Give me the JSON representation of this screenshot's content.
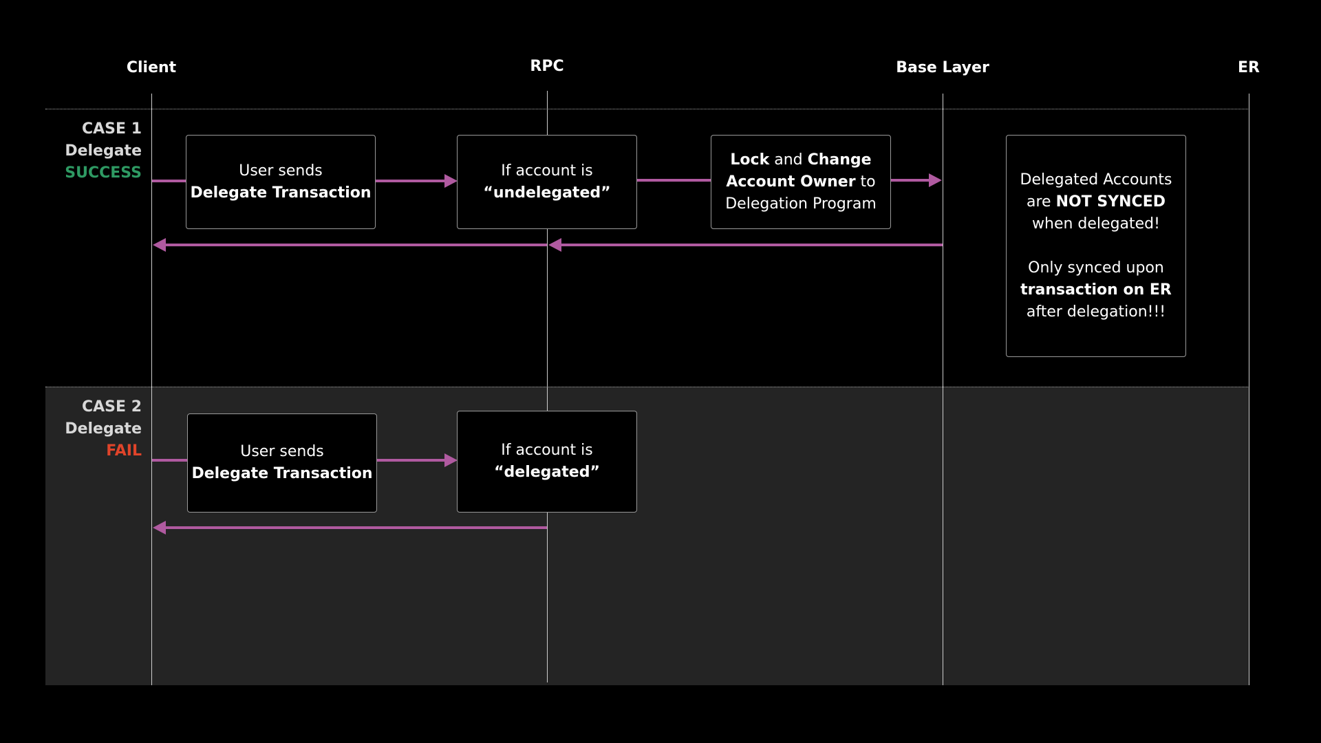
{
  "lanes": {
    "client": "Client",
    "rpc": "RPC",
    "base_layer": "Base Layer",
    "er": "ER"
  },
  "case1": {
    "label_line1": "CASE 1",
    "label_line2": "Delegate",
    "result": "SUCCESS",
    "result_color": "#2e9a63",
    "box1": {
      "line1": "User sends",
      "line2": "Delegate Transaction"
    },
    "box2": {
      "line1": "If account is",
      "line2": "“undelegated”"
    },
    "box3": {
      "l1_bold_a": "Lock",
      "l1_light": " and ",
      "l1_bold_b": "Change",
      "l2_bold": "Account Owner",
      "l2_light": " to",
      "l3": "Delegation Program"
    },
    "note": {
      "line1": "Delegated Accounts",
      "line2_light": "are ",
      "line2_bold": "NOT SYNCED",
      "line3": "when delegated!",
      "line4": "Only synced upon",
      "line5": "transaction on ER",
      "line6": "after delegation!!!"
    }
  },
  "case2": {
    "label_line1": "CASE 2",
    "label_line2": "Delegate",
    "result": "FAIL",
    "result_color": "#e0442a",
    "box1": {
      "line1": "User sends",
      "line2": "Delegate Transaction"
    },
    "box2": {
      "line1": "If account is",
      "line2": "“delegated”"
    }
  },
  "colors": {
    "arrow": "#b05aa0",
    "case2_background": "#242424"
  }
}
